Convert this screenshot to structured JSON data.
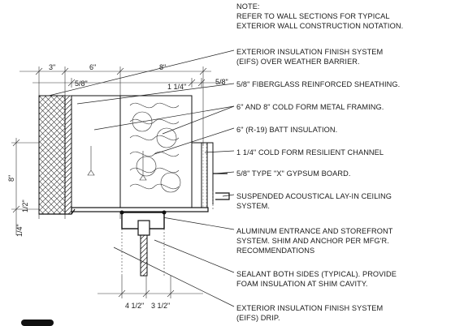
{
  "note": {
    "heading": "NOTE:",
    "lines": [
      "REFER TO WALL SECTIONS FOR TYPICAL",
      "EXTERIOR WALL CONSTRUCTION NOTATION."
    ]
  },
  "callouts": [
    {
      "lines": [
        "EXTERIOR INSULATION FINISH SYSTEM",
        "(EIFS) OVER WEATHER BARRIER."
      ]
    },
    {
      "lines": [
        "5/8\" FIBERGLASS REINFORCED SHEATHING."
      ]
    },
    {
      "lines": [
        "6\" AND 8\" COLD FORM METAL FRAMING."
      ]
    },
    {
      "lines": [
        "6\" (R-19) BATT INSULATION."
      ]
    },
    {
      "lines": [
        "1 1/4\" COLD FORM RESILIENT CHANNEL"
      ]
    },
    {
      "lines": [
        "5/8\" TYPE \"X\" GYPSUM BOARD."
      ]
    },
    {
      "lines": [
        "SUSPENDED ACOUSTICAL LAY-IN CEILING",
        "SYSTEM."
      ]
    },
    {
      "lines": [
        "ALUMINUM ENTRANCE AND STOREFRONT",
        "SYSTEM. SHIM AND ANCHOR PER MFG'R.",
        "RECOMMENDATIONS"
      ]
    },
    {
      "lines": [
        "SEALANT BOTH SIDES (TYPICAL). PROVIDE",
        "FOAM INSULATION AT SHIM CAVITY."
      ]
    },
    {
      "lines": [
        "EXTERIOR INSULATION FINISH SYSTEM",
        "(EIFS) DRIP."
      ]
    }
  ],
  "dimensions": {
    "top": [
      "3\"",
      "6\"",
      "8\""
    ],
    "second": [
      "5/8\"",
      "1 1/4\"",
      "5/8\""
    ],
    "vertical": [
      "8\"",
      "1/2\"",
      "1/4\""
    ],
    "bottom": [
      "4 1/2\"",
      "3 1/2\""
    ]
  }
}
